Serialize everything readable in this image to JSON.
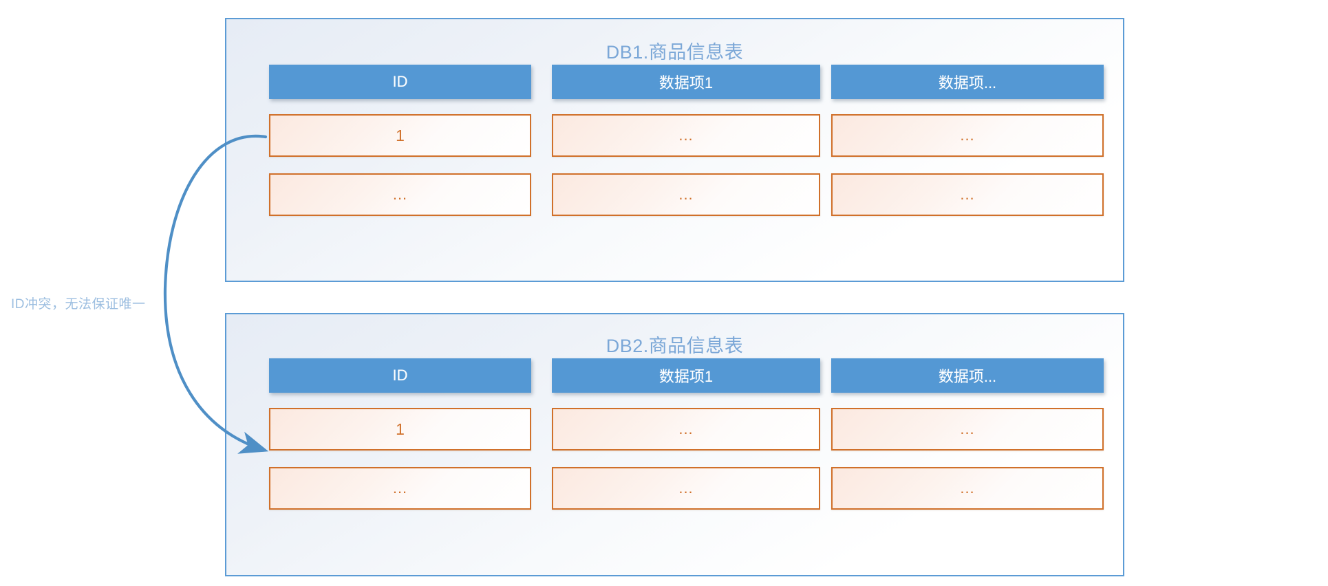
{
  "colors": {
    "panel_border": "#5B9BD5",
    "panel_bg_start": "#e6ecf5",
    "panel_bg_end": "#ffffff",
    "header_blue": "#5498D4",
    "header_text": "#ffffff",
    "cell_border_orange": "#D0702A",
    "cell_text_orange": "#D0702A",
    "title_blue": "#7BA7D7",
    "annotation_blue": "#9CBEE0",
    "arrow_blue": "#4F8FC6"
  },
  "annotation": {
    "conflict_label": "ID冲突，无法保证唯一"
  },
  "arrow": {
    "name": "id-conflict-arrow",
    "from": "DB1.商品信息表 ID=1",
    "to": "DB2.商品信息表 ID=1"
  },
  "watermark": {
    "text": ""
  },
  "panels": [
    {
      "id": "db1",
      "title": "DB1.商品信息表",
      "columns": [
        "ID",
        "数据项1",
        "数据项..."
      ],
      "rows": [
        [
          "1",
          "...",
          "..."
        ],
        [
          "...",
          "...",
          "..."
        ]
      ]
    },
    {
      "id": "db2",
      "title": "DB2.商品信息表",
      "columns": [
        "ID",
        "数据项1",
        "数据项..."
      ],
      "rows": [
        [
          "1",
          "...",
          "..."
        ],
        [
          "...",
          "...",
          "..."
        ]
      ]
    }
  ]
}
